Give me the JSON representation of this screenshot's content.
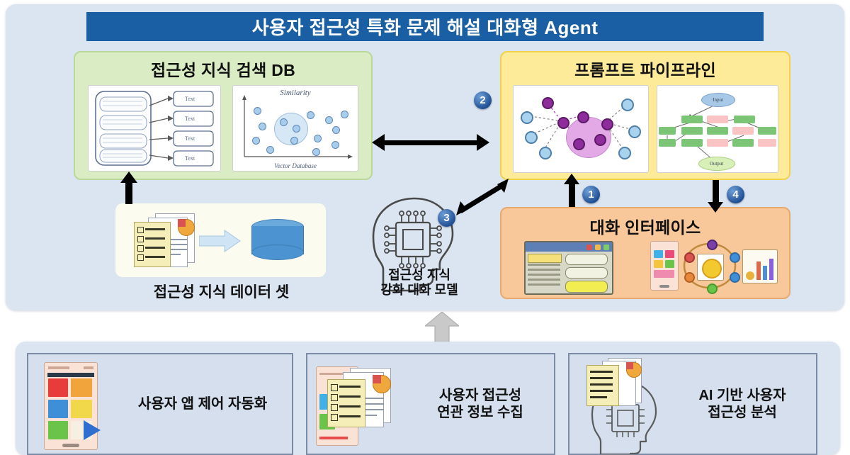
{
  "title": {
    "text": "사용자 접근성 특화 문제 해설 대화형 Agent",
    "bar_color": "#1a5fa3",
    "text_color": "#ffffff"
  },
  "colors": {
    "panel_bg": "#dbe4f1",
    "green_box": "#d9ecc4",
    "yellow_box": "#fdeb9a",
    "orange_box": "#f8c89a",
    "badge": "#1f4f93",
    "bottom_box": "#d5dfee"
  },
  "modules": {
    "knowledge_db": {
      "title": "접근성 지식 검색 DB",
      "figures": {
        "chunking": {
          "name": "document-chunking-diagram",
          "chunk_labels": [
            "Text",
            "Text",
            "Text",
            "Text"
          ]
        },
        "similarity": {
          "name": "vector-similarity-scatter",
          "title": "Similarity",
          "xlabel": "Vector Database"
        }
      }
    },
    "prompt_pipeline": {
      "title": "프롬프트 파이프라인",
      "figures": {
        "graph": {
          "name": "knowledge-graph-diagram"
        },
        "flow": {
          "name": "prompt-flow-diagram",
          "input_label": "Input",
          "output_label": "Output"
        }
      }
    },
    "chat_interface": {
      "title": "대화 인터페이스",
      "figures": {
        "chat_window": {
          "name": "chat-window-icon"
        },
        "app_cluster": {
          "name": "multi-device-app-icon"
        }
      }
    },
    "dataset": {
      "label": "접근성 지식 데이터 셋",
      "icon": "documents-to-database-icon"
    },
    "model": {
      "label_line1": "접근성 지식",
      "label_line2": "강화 대화 모델",
      "icon": "ai-brain-chip-icon"
    }
  },
  "badges": [
    {
      "id": "badge-1",
      "label": "1"
    },
    {
      "id": "badge-2",
      "label": "2"
    },
    {
      "id": "badge-3",
      "label": "3"
    },
    {
      "id": "badge-4",
      "label": "4"
    }
  ],
  "bottom_section": {
    "items": [
      {
        "label_line1": "사용자 앱 제어 자동화",
        "label_line2": "",
        "icon": "phone-app-automation-icon"
      },
      {
        "label_line1": "사용자 접근성",
        "label_line2": "연관 정보 수집",
        "icon": "accessibility-info-collection-icon"
      },
      {
        "label_line1": "AI 기반 사용자",
        "label_line2": "접근성 분석",
        "icon": "ai-accessibility-analysis-icon"
      }
    ]
  },
  "connectors": {
    "dataset_to_db": "up-arrow",
    "db_to_pipeline": "bidirectional-arrow",
    "model_to_pipeline": "bidirectional-diagonal-arrow",
    "interface_to_pipeline": "up-arrow",
    "pipeline_to_interface": "down-arrow",
    "bottom_to_top": "gray-block-up-arrow"
  }
}
